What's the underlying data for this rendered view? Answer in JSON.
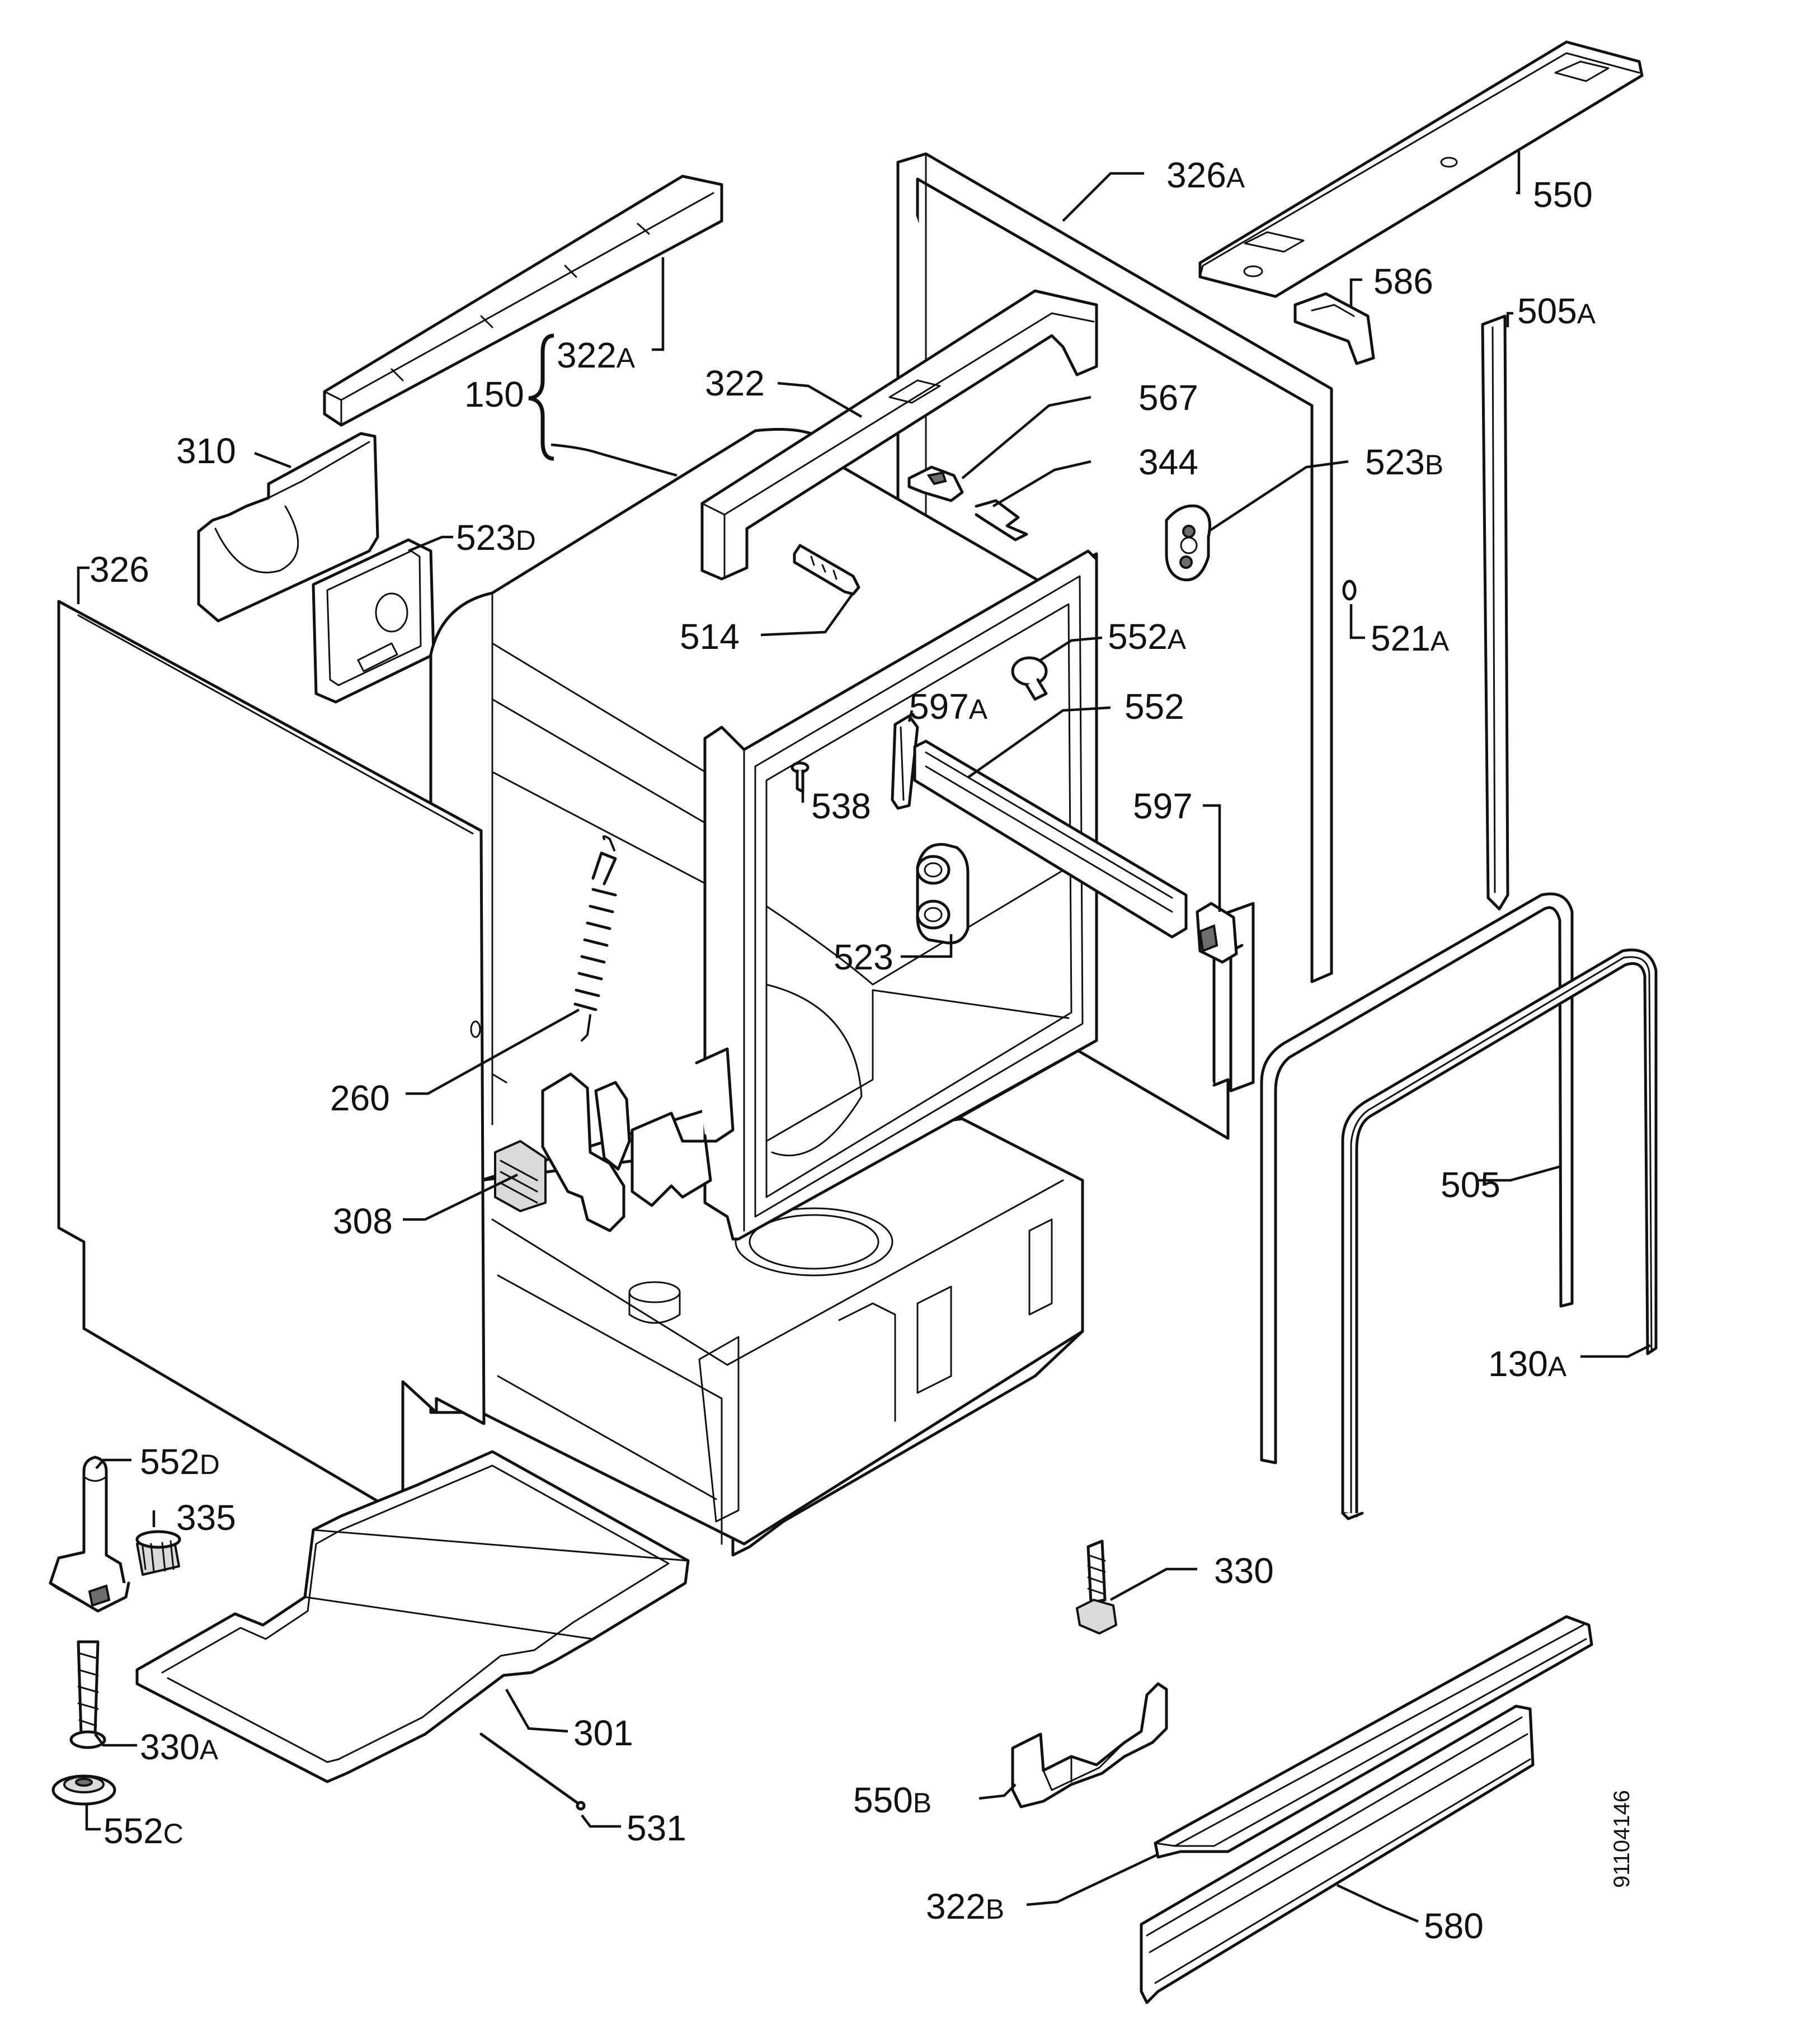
{
  "callouts": [
    {
      "id": "c-322A",
      "num": "322",
      "suffix": "A"
    },
    {
      "id": "c-150",
      "num": "150",
      "suffix": ""
    },
    {
      "id": "c-310",
      "num": "310",
      "suffix": ""
    },
    {
      "id": "c-523D",
      "num": "523",
      "suffix": "D"
    },
    {
      "id": "c-326",
      "num": "326",
      "suffix": ""
    },
    {
      "id": "c-322",
      "num": "322",
      "suffix": ""
    },
    {
      "id": "c-326A",
      "num": "326",
      "suffix": "A"
    },
    {
      "id": "c-550",
      "num": "550",
      "suffix": ""
    },
    {
      "id": "c-586",
      "num": "586",
      "suffix": ""
    },
    {
      "id": "c-505A",
      "num": "505",
      "suffix": "A"
    },
    {
      "id": "c-567",
      "num": "567",
      "suffix": ""
    },
    {
      "id": "c-344",
      "num": "344",
      "suffix": ""
    },
    {
      "id": "c-523B",
      "num": "523",
      "suffix": "B"
    },
    {
      "id": "c-514",
      "num": "514",
      "suffix": ""
    },
    {
      "id": "c-552A",
      "num": "552",
      "suffix": "A"
    },
    {
      "id": "c-521A",
      "num": "521",
      "suffix": "A"
    },
    {
      "id": "c-597A",
      "num": "597",
      "suffix": "A"
    },
    {
      "id": "c-552",
      "num": "552",
      "suffix": ""
    },
    {
      "id": "c-538",
      "num": "538",
      "suffix": ""
    },
    {
      "id": "c-597",
      "num": "597",
      "suffix": ""
    },
    {
      "id": "c-523",
      "num": "523",
      "suffix": ""
    },
    {
      "id": "c-260",
      "num": "260",
      "suffix": ""
    },
    {
      "id": "c-308",
      "num": "308",
      "suffix": ""
    },
    {
      "id": "c-505",
      "num": "505",
      "suffix": ""
    },
    {
      "id": "c-130A",
      "num": "130",
      "suffix": "A"
    },
    {
      "id": "c-552D",
      "num": "552",
      "suffix": "D"
    },
    {
      "id": "c-335",
      "num": "335",
      "suffix": ""
    },
    {
      "id": "c-330",
      "num": "330",
      "suffix": ""
    },
    {
      "id": "c-330A",
      "num": "330",
      "suffix": "A"
    },
    {
      "id": "c-301",
      "num": "301",
      "suffix": ""
    },
    {
      "id": "c-550B",
      "num": "550",
      "suffix": "B"
    },
    {
      "id": "c-552C",
      "num": "552",
      "suffix": "C"
    },
    {
      "id": "c-531",
      "num": "531",
      "suffix": ""
    },
    {
      "id": "c-322B",
      "num": "322",
      "suffix": "B"
    },
    {
      "id": "c-580",
      "num": "580",
      "suffix": ""
    }
  ],
  "document_number": "91104146"
}
